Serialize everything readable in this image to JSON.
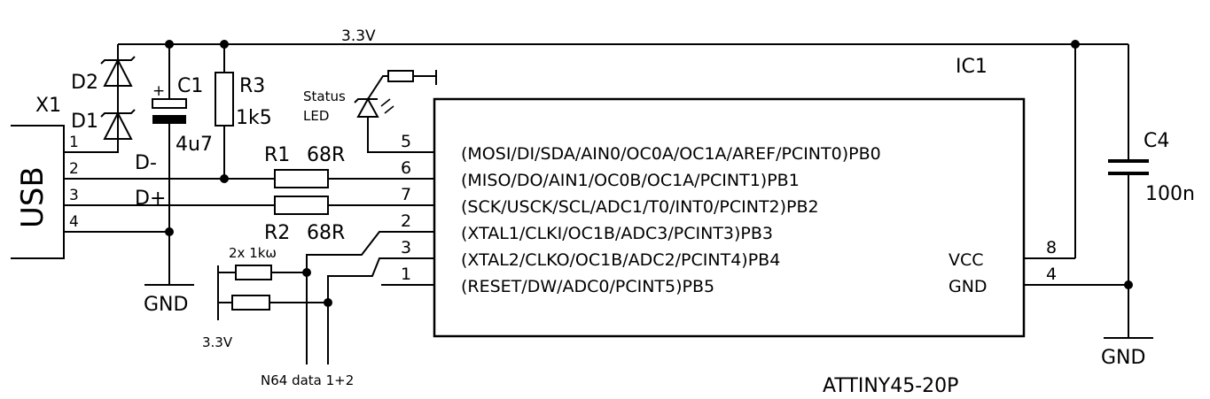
{
  "power_net": "3.3V",
  "ic": {
    "ref": "IC1",
    "part": "ATTINY45-20P",
    "left_pins": [
      {
        "num": "5",
        "name": "(MOSI/DI/SDA/AIN0/OC0A/OC1A/AREF/PCINT0)PB0"
      },
      {
        "num": "6",
        "name": "(MISO/DO/AIN1/OC0B/OC1A/PCINT1)PB1"
      },
      {
        "num": "7",
        "name": "(SCK/USCK/SCL/ADC1/T0/INT0/PCINT2)PB2"
      },
      {
        "num": "2",
        "name": "(XTAL1/CLKI/OC1B/ADC3/PCINT3)PB3"
      },
      {
        "num": "3",
        "name": "(XTAL2/CLKO/OC1B/ADC2/PCINT4)PB4"
      },
      {
        "num": "1",
        "name": "(RESET/DW/ADC0/PCINT5)PB5"
      }
    ],
    "right_pins": [
      {
        "num": "8",
        "name": "VCC"
      },
      {
        "num": "4",
        "name": "GND"
      }
    ]
  },
  "connector": {
    "ref": "X1",
    "name": "USB",
    "pins": [
      "1",
      "2",
      "3",
      "4"
    ],
    "dminus": "D-",
    "dplus": "D+"
  },
  "diodes": [
    "D2",
    "D1"
  ],
  "c1": {
    "ref": "C1",
    "value": "4u7",
    "polarity": "+"
  },
  "r3": {
    "ref": "R3",
    "value": "1k5"
  },
  "r1": {
    "ref": "R1",
    "value": "68R"
  },
  "r2": {
    "ref": "R2",
    "value": "68R"
  },
  "c4": {
    "ref": "C4",
    "value": "100n"
  },
  "status_led": {
    "line1": "Status",
    "line2": "LED"
  },
  "pullups": {
    "label": "2x 1kω",
    "supply": "3.3V"
  },
  "n64_label": "N64 data 1+2",
  "gnd_labels": [
    "GND",
    "GND"
  ]
}
